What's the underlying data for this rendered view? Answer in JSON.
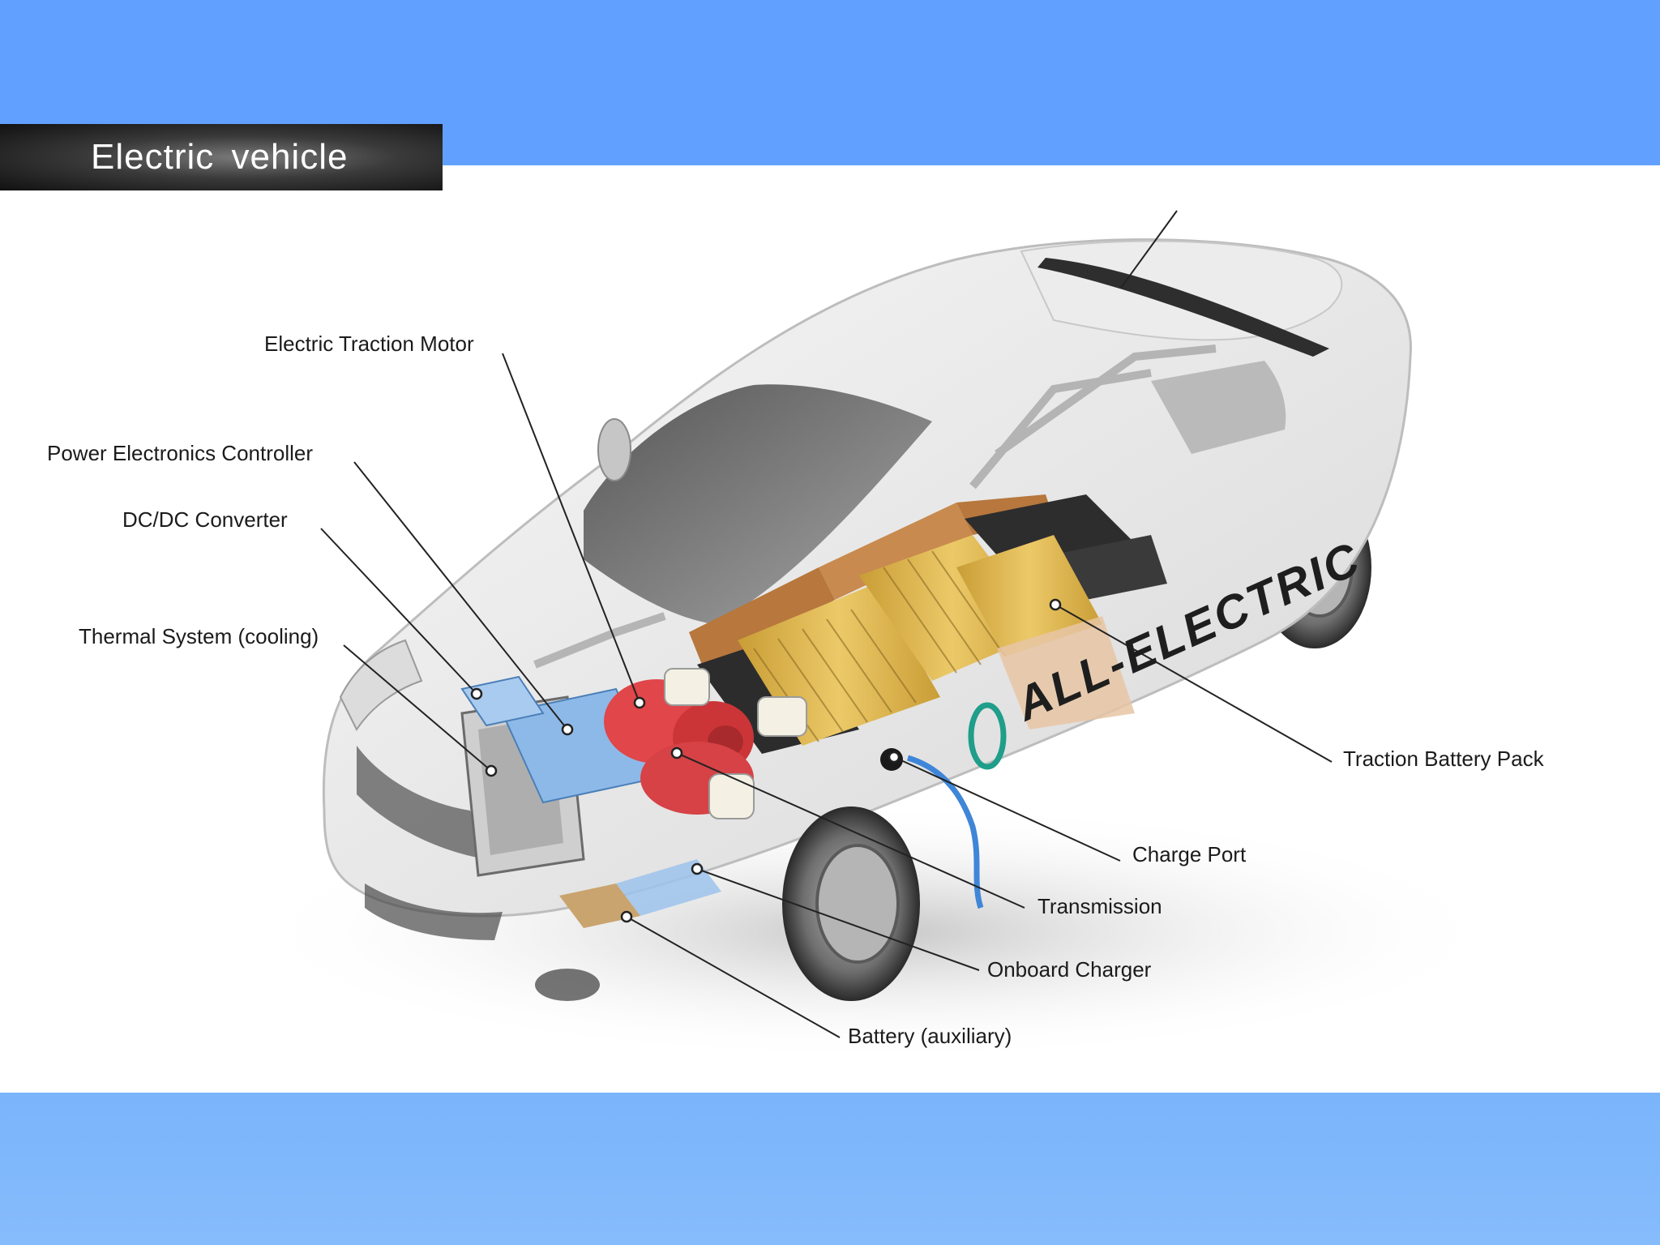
{
  "slide": {
    "title": "Electric  vehicle"
  },
  "diagram": {
    "car_badge": "ALL-ELECTRIC",
    "callouts": {
      "electric_traction_motor": "Electric Traction Motor",
      "power_electronics_controller": "Power Electronics Controller",
      "dc_dc_converter": "DC/DC Converter",
      "thermal_system": "Thermal System (cooling)",
      "traction_battery_pack": "Traction Battery Pack",
      "charge_port": "Charge Port",
      "transmission": "Transmission",
      "onboard_charger": "Onboard Charger",
      "battery_auxiliary": "Battery (auxiliary)"
    }
  },
  "colors": {
    "band_top": "#62a0ff",
    "band_bottom": "#84bafc",
    "battery_cells": "#d9b24a",
    "motor": "#e0464a",
    "converter": "#8db9e8"
  }
}
